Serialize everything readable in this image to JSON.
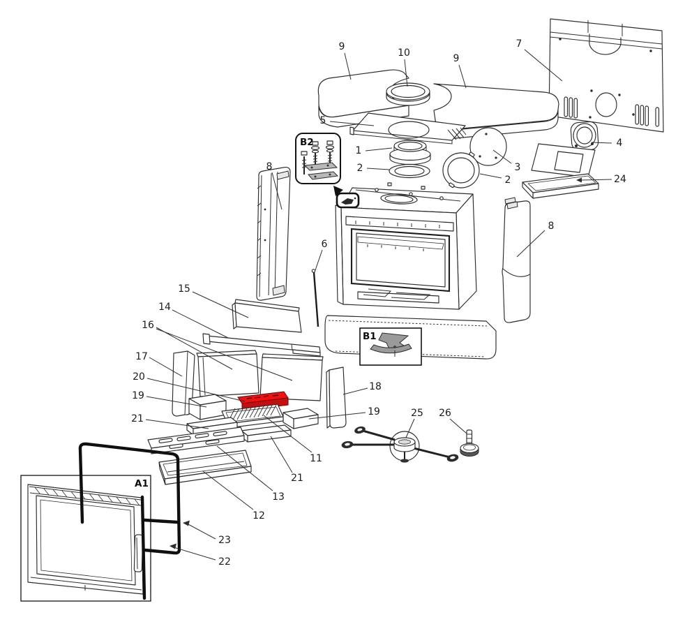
{
  "diagram": {
    "type": "exploded-parts-diagram",
    "subject": "stove / fireplace insert spare parts drawing",
    "background": "#ffffff",
    "ink_color": "#2b2b2b",
    "highlight_color": "#ee1111",
    "highlight_front": "#c40f12",
    "highlighted_part": "20",
    "insets": {
      "a1": "A1",
      "b1": "B1",
      "b2": "B2"
    },
    "callouts": {
      "c9a": "9",
      "c10": "10",
      "c9b": "9",
      "c7": "7",
      "c5": "5",
      "c1": "1",
      "c2a": "2",
      "c3": "3",
      "c2b": "2",
      "c4": "4",
      "c24": "24",
      "c8a": "8",
      "c6": "6",
      "c8b": "8",
      "c15": "15",
      "c14": "14",
      "c16": "16",
      "c17": "17",
      "c20": "20",
      "c19a": "19",
      "c21a": "21",
      "c18": "18",
      "c19b": "19",
      "c11": "11",
      "c21b": "21",
      "c13": "13",
      "c12": "12",
      "c25": "25",
      "c26": "26",
      "c23": "23",
      "c22": "22"
    }
  }
}
